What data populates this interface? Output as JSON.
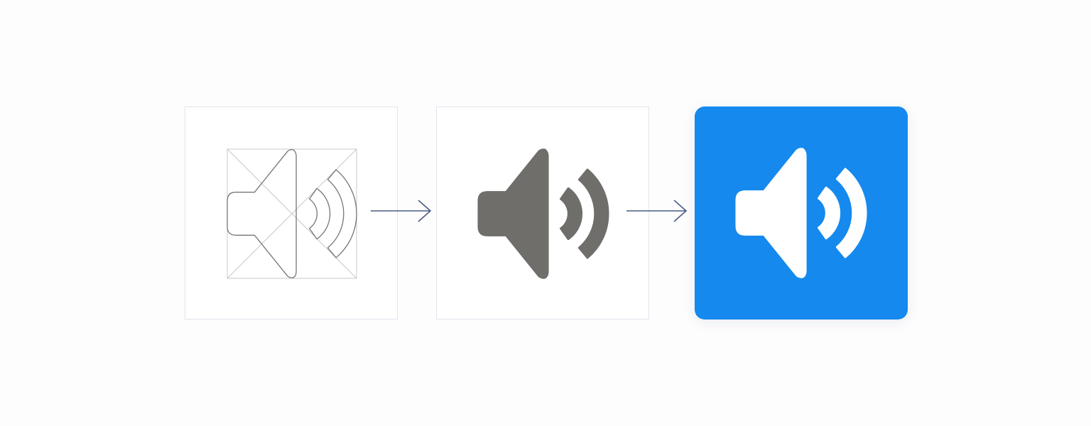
{
  "diagram": {
    "steps": [
      {
        "name": "outline-construction",
        "icon": "speaker-volume-icon",
        "style": "outline with keyline grid"
      },
      {
        "name": "filled-glyph",
        "icon": "speaker-volume-icon",
        "style": "filled"
      },
      {
        "name": "final-app-icon",
        "icon": "speaker-volume-icon",
        "style": "white on blue tile"
      }
    ],
    "connectors": [
      "arrow-right-icon",
      "arrow-right-icon"
    ]
  },
  "colors": {
    "accent": "#1589ee",
    "glyph_gray": "#6f6e6b",
    "outline": "#777777",
    "grid": "#c8c8c8",
    "arrow": "#4a5a85",
    "panel_border": "#e2e5ef"
  }
}
